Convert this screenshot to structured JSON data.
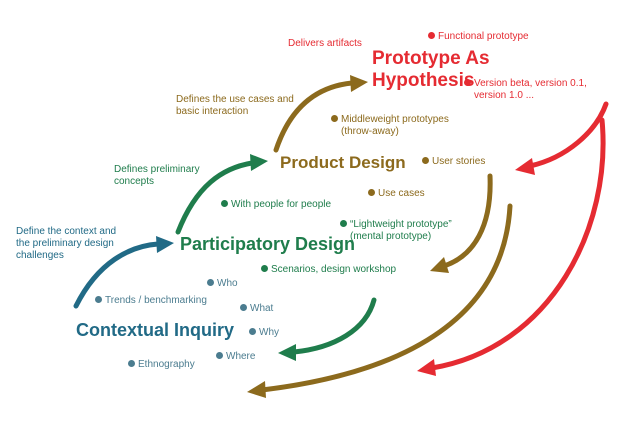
{
  "colors": {
    "red": "#e52b32",
    "olive": "#8c6a1d",
    "green": "#1f7d4c",
    "teal": "#216a86",
    "blue_gray": "#4b7c8f"
  },
  "headings": {
    "prototype_line1": "Prototype As",
    "prototype_line2": "Hypothesis",
    "product_design": "Product Design",
    "participatory_design": "Participatory Design",
    "contextual_inquiry": "Contextual Inquiry"
  },
  "stage_notes": {
    "context": [
      "Define the context and",
      "the preliminary design",
      "challenges"
    ],
    "concepts": [
      "Defines preliminary",
      "concepts"
    ],
    "use_cases": [
      "Defines the use cases and",
      "basic interaction"
    ],
    "artifacts": "Delivers artifacts"
  },
  "bullets": {
    "functional_prototype": "Functional prototype",
    "version_line1": "Version beta, version 0.1,",
    "version_line2": "version 1.0 ...",
    "middleweight_line1": "Middleweight prototypes",
    "middleweight_line2": "(throw-away)",
    "user_stories": "User stories",
    "use_cases": "Use cases",
    "with_people": "With people for people",
    "lightweight_line1": "“Lightweight prototype”",
    "lightweight_line2": "(mental prototype)",
    "scenarios": "Scenarios, design workshop",
    "who": "Who",
    "trends": "Trends / benchmarking",
    "what": "What",
    "why": "Why",
    "where": "Where",
    "ethnography": "Ethnography"
  }
}
